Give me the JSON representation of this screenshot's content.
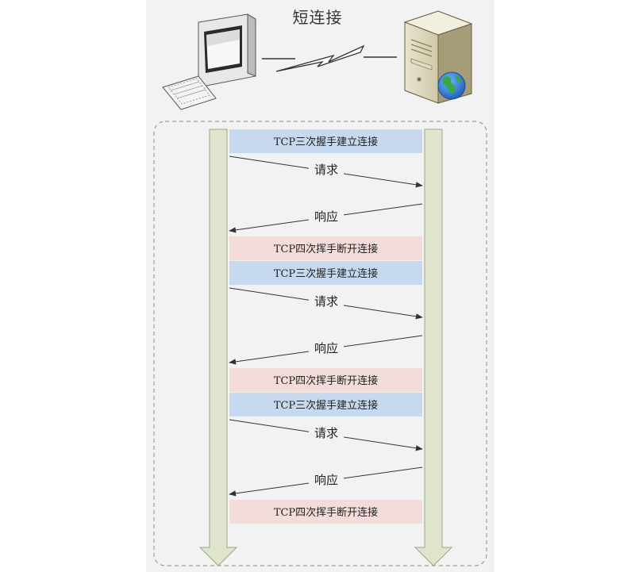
{
  "title": "短连接",
  "icons": {
    "client": "desktop-computer-icon",
    "server": "web-server-icon",
    "link": "lightning-link-icon"
  },
  "colors": {
    "establish_band": "#c6d9ef",
    "close_band": "#f3dcda",
    "lifeline": "#dfe5cd",
    "lifeline_border": "#9aa884",
    "arrow": "#333333"
  },
  "rounds": [
    {
      "establish": "TCP三次握手建立连接",
      "request": "请求",
      "response": "响应",
      "close": "TCP四次挥手断开连接"
    },
    {
      "establish": "TCP三次握手建立连接",
      "request": "请求",
      "response": "响应",
      "close": "TCP四次挥手断开连接"
    },
    {
      "establish": "TCP三次握手建立连接",
      "request": "请求",
      "response": "响应",
      "close": "TCP四次挥手断开连接"
    }
  ]
}
